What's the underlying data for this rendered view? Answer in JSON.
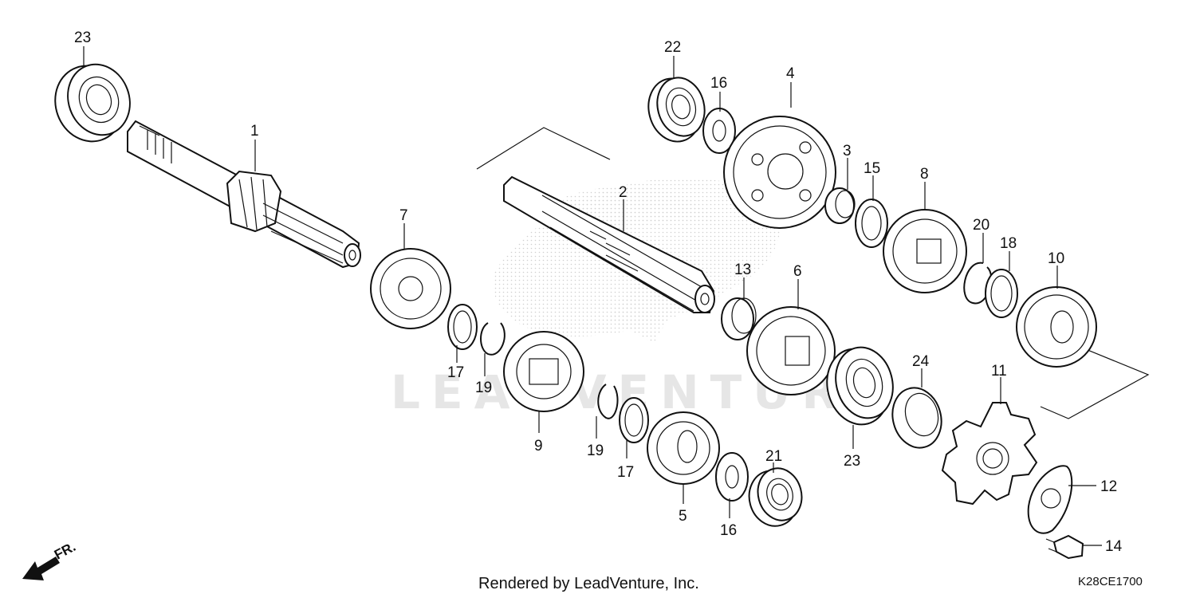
{
  "watermark": {
    "text": "LEADVENTURE"
  },
  "footer": {
    "credit": "Rendered by LeadVenture, Inc.",
    "diagram_code": "K28CE1700"
  },
  "direction": {
    "label": "FR."
  },
  "callouts": {
    "c23a": "23",
    "c1": "1",
    "c22": "22",
    "c16a": "16",
    "c4": "4",
    "c2": "2",
    "c3": "3",
    "c15": "15",
    "c8": "8",
    "c7": "7",
    "c20": "20",
    "c18": "18",
    "c10": "10",
    "c13": "13",
    "c6": "6",
    "c17a": "17",
    "c19a": "19",
    "c9": "9",
    "c19b": "19",
    "c17b": "17",
    "c24": "24",
    "c11": "11",
    "c21": "21",
    "c23b": "23",
    "c5": "5",
    "c16b": "16",
    "c12": "12",
    "c14": "14"
  }
}
